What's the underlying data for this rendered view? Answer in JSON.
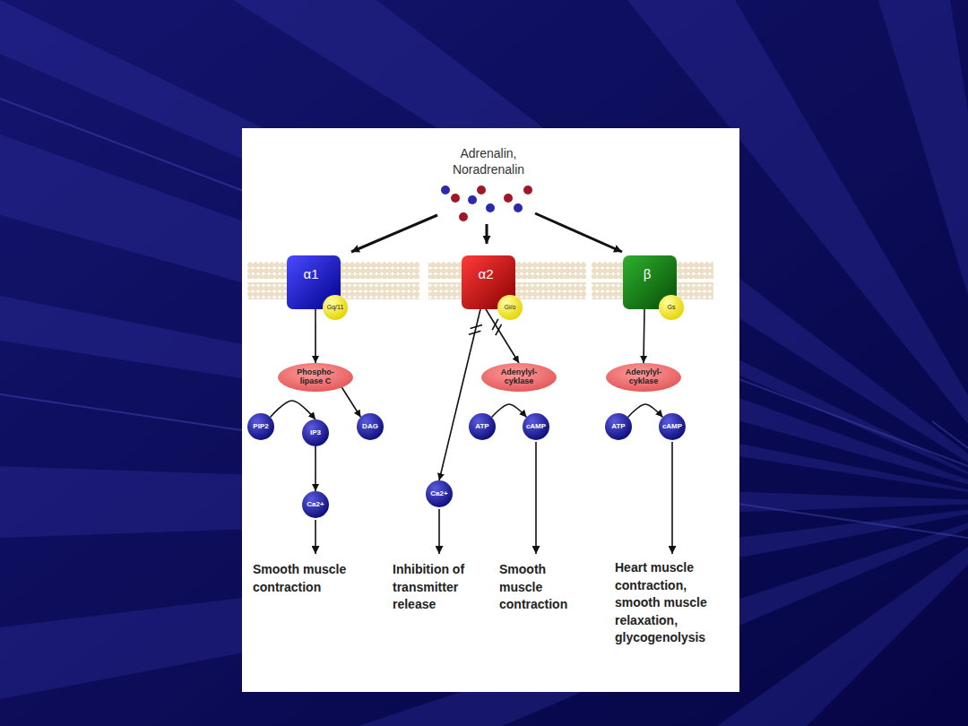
{
  "diagram": {
    "title": "Adrenalin, Noradrenalin",
    "nodes": [
      {
        "text": [
          "α1"
        ]
      },
      {
        "text": [
          "Gq/11"
        ],
        "in": 0
      },
      {
        "text": [
          "α2"
        ]
      },
      {
        "text": [
          "Gi/o"
        ],
        "in": 2
      },
      {
        "text": [
          "β"
        ]
      },
      {
        "text": [
          "Gs"
        ],
        "in": 4
      },
      {
        "text": [
          "Phospho- lipase C"
        ]
      },
      {
        "text": [
          "Adenylyl- cyklase"
        ]
      },
      {
        "text": [
          "Adenylyl- cyklase"
        ]
      },
      {
        "text": [
          "PIP2"
        ]
      },
      {
        "text": [
          "IP3"
        ]
      },
      {
        "text": [
          "DAG"
        ]
      },
      {
        "text": [
          "Ca2+"
        ]
      },
      {
        "text": [
          "Ca2+"
        ]
      },
      {
        "text": [
          "ATP"
        ]
      },
      {
        "text": [
          "cAMP"
        ]
      },
      {
        "text": [
          "ATP"
        ]
      },
      {
        "text": [
          "cAMP"
        ]
      }
    ],
    "edges": [
      {
        "from": 0,
        "to": 6,
        "arrow": "to"
      },
      {
        "from": 2,
        "to": 13,
        "arrow": "to"
      },
      {
        "from": 2,
        "to": 7,
        "arrow": "to"
      },
      {
        "from": 4,
        "to": 8,
        "arrow": "to"
      },
      {
        "from": 9,
        "to": 10,
        "arrow": "to"
      },
      {
        "from": 6,
        "to": 11,
        "arrow": "to"
      },
      {
        "from": 10,
        "to": 12,
        "arrow": "to"
      },
      {
        "from": 14,
        "to": 15,
        "arrow": "to"
      },
      {
        "from": 16,
        "to": 17,
        "arrow": "to"
      }
    ],
    "labels": [
      "Smooth muscle contraction",
      "Inhibition of transmitter release",
      "Smooth muscle contraction",
      "Heart muscle contraction, smooth muscle relaxation, glycogenolysis"
    ]
  }
}
